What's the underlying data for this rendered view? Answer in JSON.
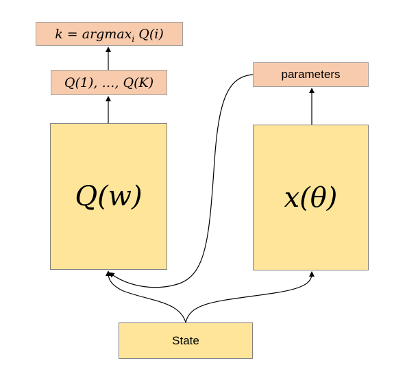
{
  "nodes": {
    "argmax": {
      "text": "k = argmax",
      "sub": "i",
      "tail": " Q(i)"
    },
    "q_values": {
      "text": "Q(1), …, Q(K)"
    },
    "parameters": {
      "text": "parameters"
    },
    "q_network": {
      "text": "Q(w)"
    },
    "policy_network": {
      "text": "x(θ)"
    },
    "state": {
      "text": "State"
    }
  },
  "colors": {
    "small_box_fill": "#f8cbad",
    "big_box_fill": "#fee599",
    "edge": "#000000"
  },
  "edges": [
    {
      "from": "q_network",
      "to": "q_values",
      "style": "arrow"
    },
    {
      "from": "q_values",
      "to": "argmax",
      "style": "arrow"
    },
    {
      "from": "policy_network",
      "to": "parameters",
      "style": "arrow"
    },
    {
      "from": "state",
      "to": "q_network",
      "style": "curved-arrow"
    },
    {
      "from": "state",
      "to": "policy_network",
      "style": "curved-arrow"
    },
    {
      "from": "parameters",
      "to": "q_network",
      "style": "curved-arrow"
    }
  ]
}
